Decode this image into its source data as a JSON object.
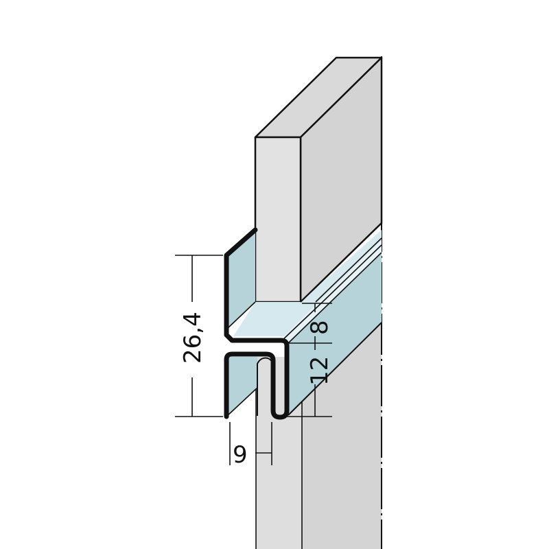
{
  "diagram": {
    "type": "technical-profile-drawing",
    "description": "Isometric sketch of a metal Z/J-shaped edge profile mounted on a wall board, with a panel sitting in the upper channel",
    "colors": {
      "background": "#ffffff",
      "wall_front": "#dcdcdc",
      "wall_side": "#d3d3d3",
      "panel_front": "#e0e0e0",
      "panel_side": "#d5d5d5",
      "panel_top": "#d8d8d8",
      "profile_face": "#b5d3d8",
      "profile_light": "#d6e9ee",
      "outline": "#111111"
    },
    "dimensions": {
      "total_height": "26,4",
      "upper_leg": "8",
      "lower_leg": "12",
      "gap_width": "9"
    }
  }
}
